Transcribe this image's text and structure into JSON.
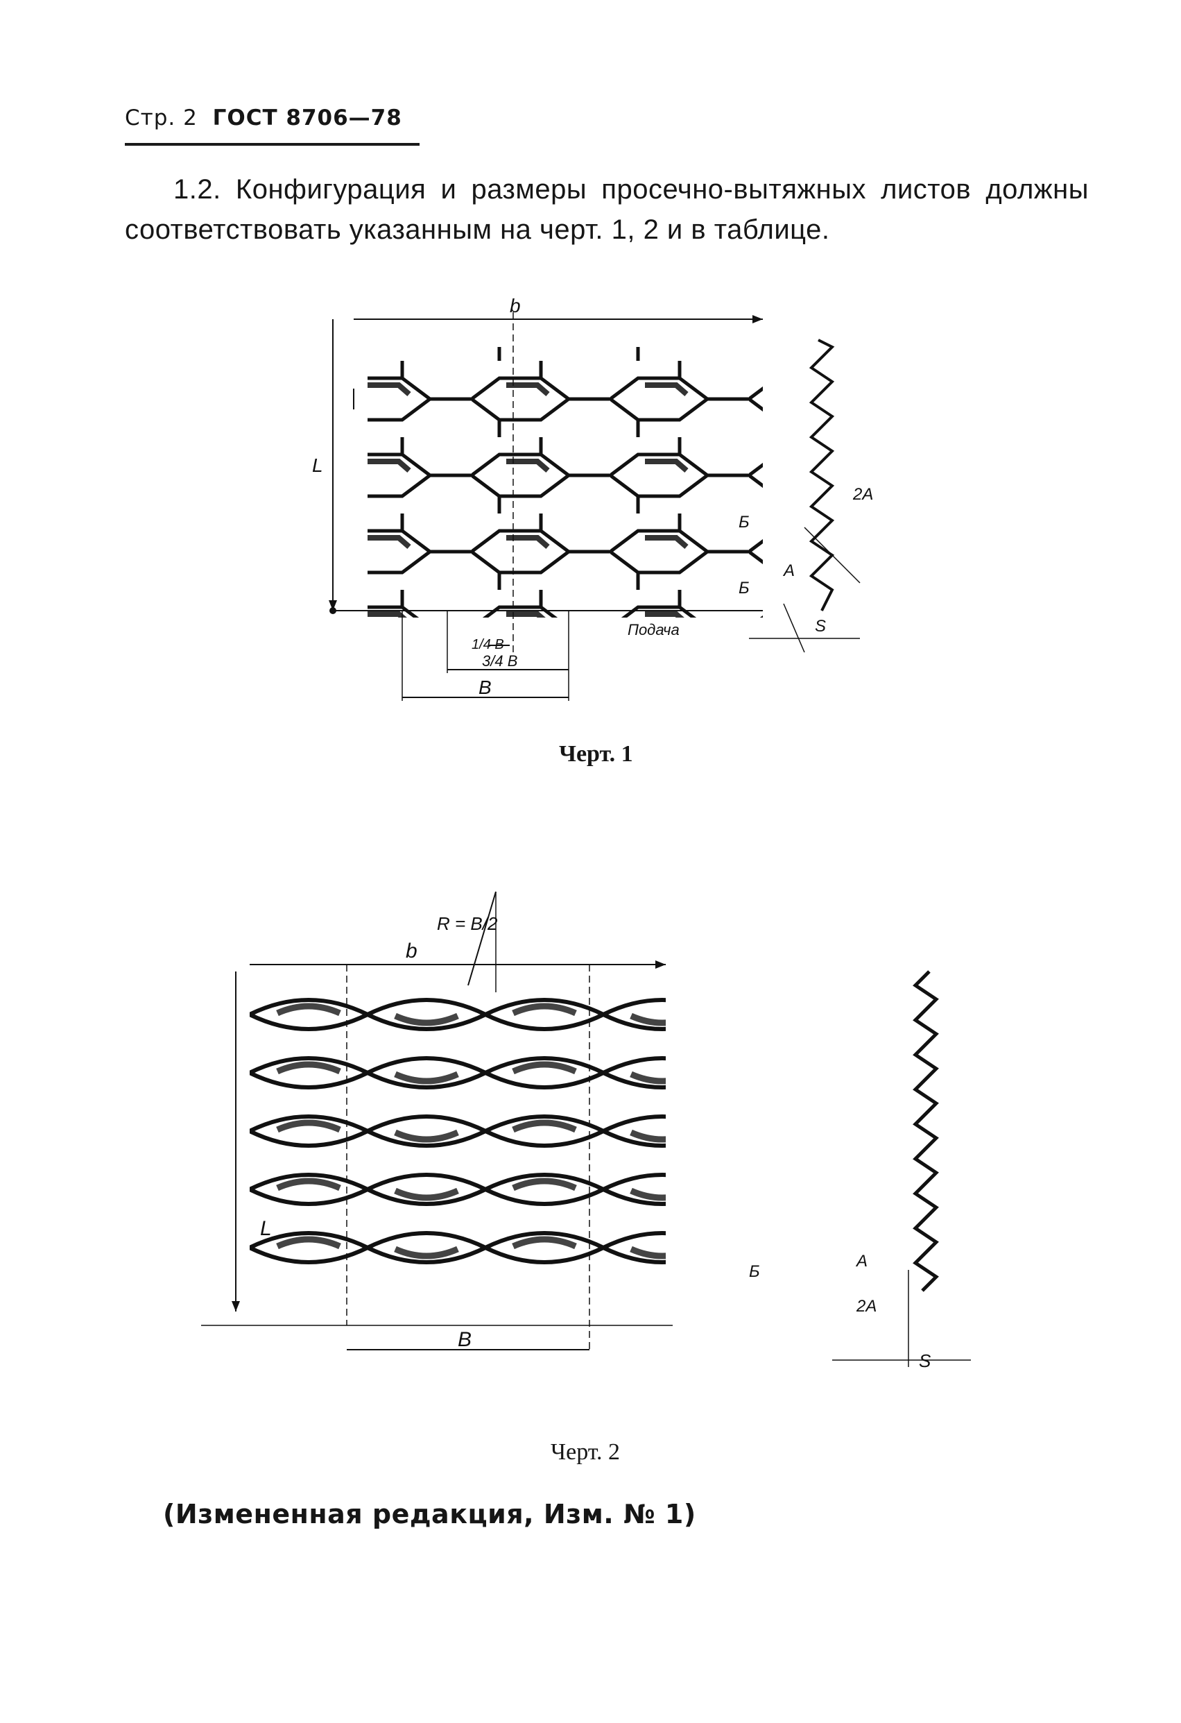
{
  "header": {
    "page_label": "Стр. 2",
    "standard": "ГОСТ 8706—78"
  },
  "paragraph": {
    "number": "1.2.",
    "text": "Конфигурация и размеры просечно-вытяжных листов должны соответствовать указанным на черт. 1, 2 и в таблице."
  },
  "figure1": {
    "caption": "Черт. 1",
    "labels": {
      "b": "b",
      "L": "L",
      "B": "B",
      "quarter_B": "1/4 B",
      "three_quarter_B": "3/4 B",
      "feed": "Подача",
      "Б_top": "Б",
      "Б_bottom": "Б",
      "A": "A",
      "2A": "2A",
      "S": "S"
    }
  },
  "figure2": {
    "caption": "Черт. 2",
    "labels": {
      "b": "b",
      "L": "L",
      "B": "B",
      "R": "R = B/2",
      "Б": "Б",
      "A": "A",
      "2A": "2A",
      "S": "S"
    }
  },
  "amendment": "(Измененная редакция, Изм. № 1)"
}
